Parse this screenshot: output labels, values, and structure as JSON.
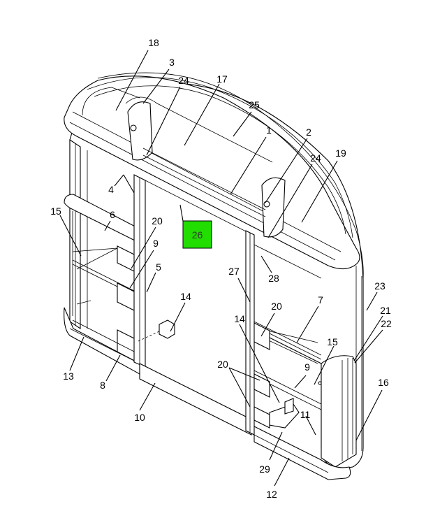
{
  "diagram": {
    "highlight_color": "#22dd00",
    "highlight_label": "26",
    "callouts": [
      {
        "id": "c18",
        "text": "18"
      },
      {
        "id": "c3",
        "text": "3"
      },
      {
        "id": "c24a",
        "text": "24"
      },
      {
        "id": "c17",
        "text": "17"
      },
      {
        "id": "c25",
        "text": "25"
      },
      {
        "id": "c1",
        "text": "1"
      },
      {
        "id": "c2",
        "text": "2"
      },
      {
        "id": "c24b",
        "text": "24"
      },
      {
        "id": "c19",
        "text": "19"
      },
      {
        "id": "c4",
        "text": "4"
      },
      {
        "id": "c15a",
        "text": "15"
      },
      {
        "id": "c6",
        "text": "6"
      },
      {
        "id": "c20a",
        "text": "20"
      },
      {
        "id": "c9a",
        "text": "9"
      },
      {
        "id": "c5",
        "text": "5"
      },
      {
        "id": "c27",
        "text": "27"
      },
      {
        "id": "c28",
        "text": "28"
      },
      {
        "id": "c23",
        "text": "23"
      },
      {
        "id": "c14a",
        "text": "14"
      },
      {
        "id": "c20b",
        "text": "20"
      },
      {
        "id": "c7",
        "text": "7"
      },
      {
        "id": "c21",
        "text": "21"
      },
      {
        "id": "c22",
        "text": "22"
      },
      {
        "id": "c14b",
        "text": "14"
      },
      {
        "id": "c15b",
        "text": "15"
      },
      {
        "id": "c13",
        "text": "13"
      },
      {
        "id": "c8",
        "text": "8"
      },
      {
        "id": "c20c",
        "text": "20"
      },
      {
        "id": "c9b",
        "text": "9"
      },
      {
        "id": "c16",
        "text": "16"
      },
      {
        "id": "c10",
        "text": "10"
      },
      {
        "id": "c11",
        "text": "11"
      },
      {
        "id": "c29",
        "text": "29"
      },
      {
        "id": "c12",
        "text": "12"
      }
    ]
  }
}
